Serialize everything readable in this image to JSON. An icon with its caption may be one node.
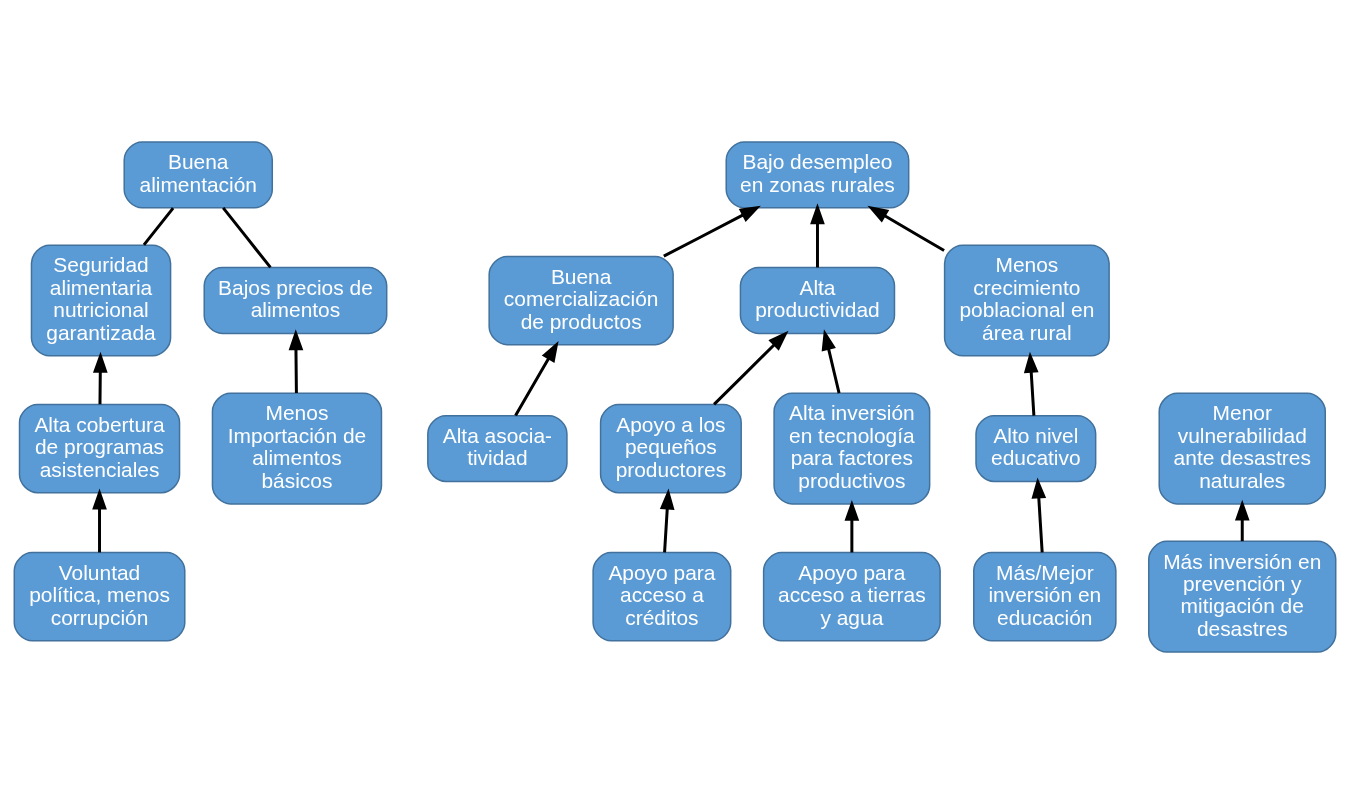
{
  "diagram": {
    "nodes": [
      {
        "text": [
          "Buena alimentación"
        ]
      },
      {
        "text": [
          "Bajo desempleo en zonas rurales"
        ]
      },
      {
        "text": [
          "Menor vulnerabilidad ante desastres naturales"
        ]
      },
      {
        "text": [
          "Seguridad alimentaria nutricional garantizada"
        ]
      },
      {
        "text": [
          "Bajos precios de alimentos"
        ]
      },
      {
        "text": [
          "Buena comercialización de productos"
        ]
      },
      {
        "text": [
          "Alta productividad"
        ]
      },
      {
        "text": [
          "Menos crecimiento poblacional en área rural"
        ]
      },
      {
        "text": [
          "Más inversión en prevención y mitigación de desastres"
        ]
      },
      {
        "text": [
          "Alta cobertura de programas asistenciales"
        ]
      },
      {
        "text": [
          "Menos Importación de alimentos básicos"
        ]
      },
      {
        "text": [
          "Alta asocia- tividad"
        ]
      },
      {
        "text": [
          "Apoyo a los pequeños productores"
        ]
      },
      {
        "text": [
          "Alta inversión en tecnología para factores productivos"
        ]
      },
      {
        "text": [
          "Alto nivel educativo"
        ]
      },
      {
        "text": [
          "Voluntad política, menos corrupción"
        ]
      },
      {
        "text": [
          "Más/Mejor inversión en educación"
        ]
      },
      {
        "text": [
          "Apoyo para acceso a créditos"
        ]
      },
      {
        "text": [
          "Apoyo para acceso a tierras y agua"
        ]
      }
    ],
    "edges": [
      {
        "from": 3,
        "to": 0,
        "arrow": "none"
      },
      {
        "from": 4,
        "to": 0,
        "arrow": "none"
      },
      {
        "from": 5,
        "to": 1,
        "arrow": "to"
      },
      {
        "from": 6,
        "to": 1,
        "arrow": "to"
      },
      {
        "from": 7,
        "to": 1,
        "arrow": "to"
      },
      {
        "from": 8,
        "to": 2,
        "arrow": "to"
      },
      {
        "from": 9,
        "to": 3,
        "arrow": "to"
      },
      {
        "from": 10,
        "to": 4,
        "arrow": "to"
      },
      {
        "from": 11,
        "to": 5,
        "arrow": "to"
      },
      {
        "from": 12,
        "to": 6,
        "arrow": "to"
      },
      {
        "from": 13,
        "to": 6,
        "arrow": "to"
      },
      {
        "from": 14,
        "to": 7,
        "arrow": "to"
      },
      {
        "from": 15,
        "to": 9,
        "arrow": "to"
      },
      {
        "from": 16,
        "to": 14,
        "arrow": "to"
      },
      {
        "from": 17,
        "to": 12,
        "arrow": "to"
      },
      {
        "from": 18,
        "to": 13,
        "arrow": "to"
      }
    ]
  }
}
